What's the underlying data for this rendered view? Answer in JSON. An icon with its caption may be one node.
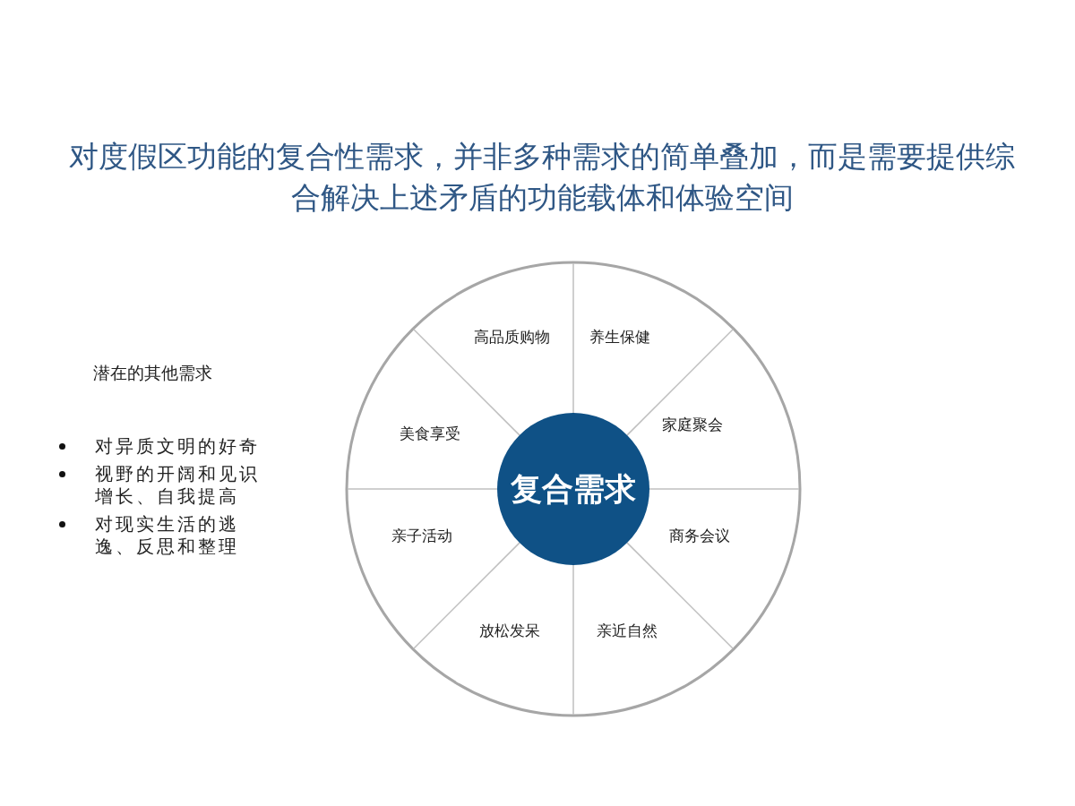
{
  "diagram": {
    "title": "对度假区功能的复合性需求，并非多种需求的简单叠加，而是需要提供综合解决上述矛盾的功能载体和体验空间",
    "nodes": [
      {
        "text": [
          "高品质购物"
        ]
      },
      {
        "text": [
          "养生保健"
        ]
      },
      {
        "text": [
          "家庭聚会"
        ]
      },
      {
        "text": [
          "商务会议"
        ]
      },
      {
        "text": [
          "亲近自然"
        ]
      },
      {
        "text": [
          "放松发呆"
        ]
      },
      {
        "text": [
          "亲子活动"
        ]
      },
      {
        "text": [
          "美食享受"
        ]
      },
      {
        "text": [
          "复合需求"
        ]
      }
    ],
    "edges": [],
    "labels": [
      "潜在的其他需求",
      "对异质文明的好奇",
      "视野的开阔和见识增长、自我提高",
      "对现实生活的逃逸、反思和整理"
    ]
  }
}
